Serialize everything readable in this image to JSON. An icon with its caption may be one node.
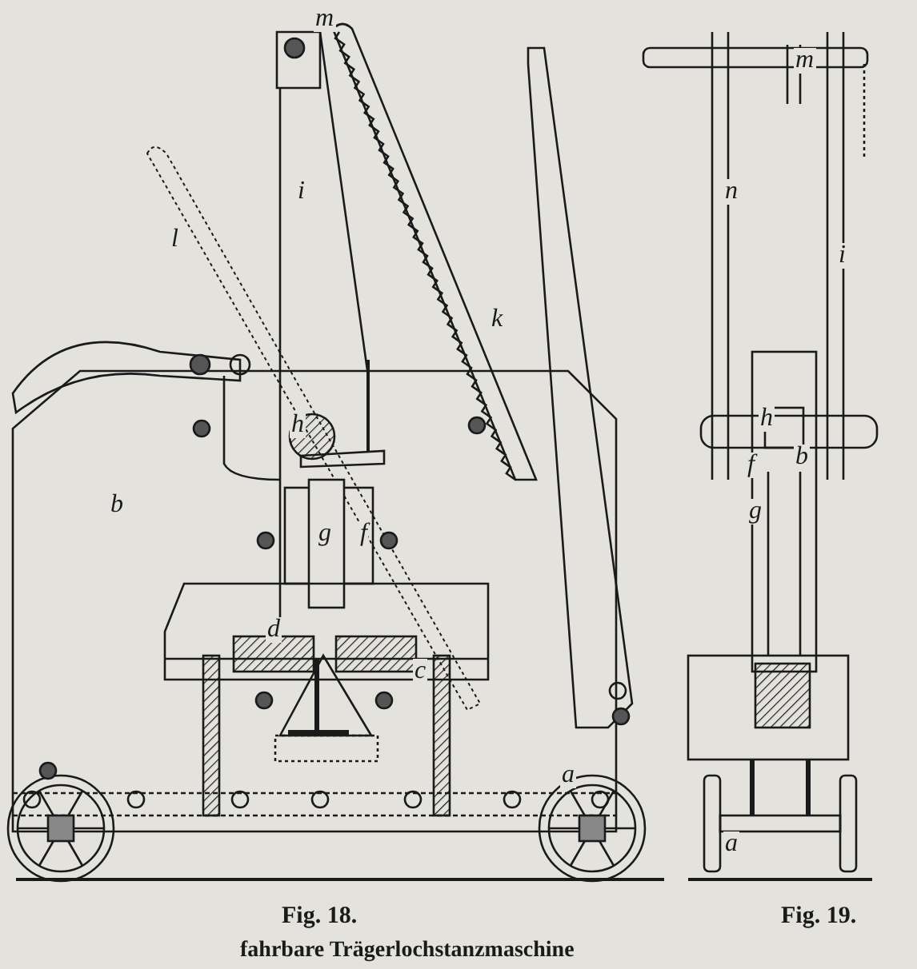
{
  "diagram": {
    "caption": "fahrbare Trägerlochstanzmaschine",
    "labels": [
      "m",
      "i",
      "l",
      "k",
      "n",
      "h",
      "b",
      "g",
      "f",
      "d",
      "c",
      "a",
      "m",
      "i",
      "h",
      "b",
      "f",
      "g",
      "a",
      "Fig. 18.",
      "Fig. 19."
    ]
  }
}
